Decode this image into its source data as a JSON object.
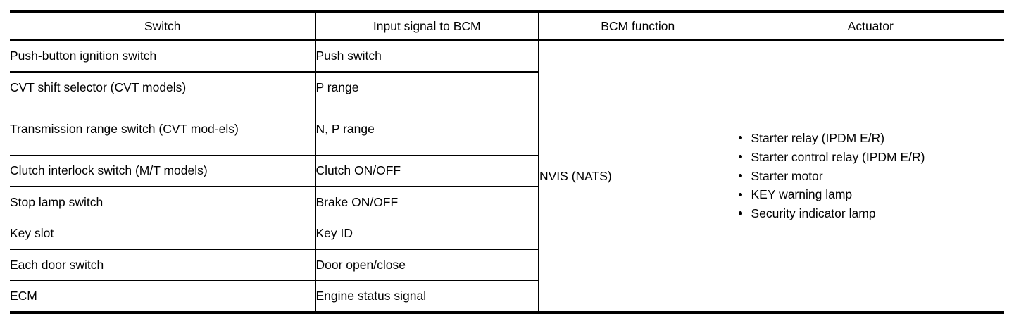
{
  "table": {
    "headers": [
      {
        "label": "Switch"
      },
      {
        "label": "Input signal to BCM"
      },
      {
        "label": "BCM function"
      },
      {
        "label": "Actuator"
      }
    ],
    "rows": [
      {
        "switch": "Push-button ignition switch",
        "signal": "Push switch"
      },
      {
        "switch": "CVT shift selector (CVT models)",
        "signal": "P range"
      },
      {
        "switch": "Transmission range switch (CVT mod-els)",
        "signal": "N, P range"
      },
      {
        "switch": "Clutch interlock switch (M/T models)",
        "signal": "Clutch ON/OFF"
      },
      {
        "switch": "Stop lamp switch",
        "signal": "Brake ON/OFF"
      },
      {
        "switch": "Key slot",
        "signal": "Key ID"
      },
      {
        "switch": "Each door switch",
        "signal": "Door open/close"
      },
      {
        "switch": "ECM",
        "signal": "Engine status signal"
      }
    ],
    "bcm_function": "NVIS (NATS)",
    "actuators": [
      "Starter relay (IPDM E/R)",
      "Starter control relay (IPDM E/R)",
      "Starter motor",
      "KEY warning lamp",
      "Security indicator lamp"
    ]
  },
  "colors": {
    "rule": "#000000",
    "text": "#000000",
    "background": "#ffffff"
  }
}
